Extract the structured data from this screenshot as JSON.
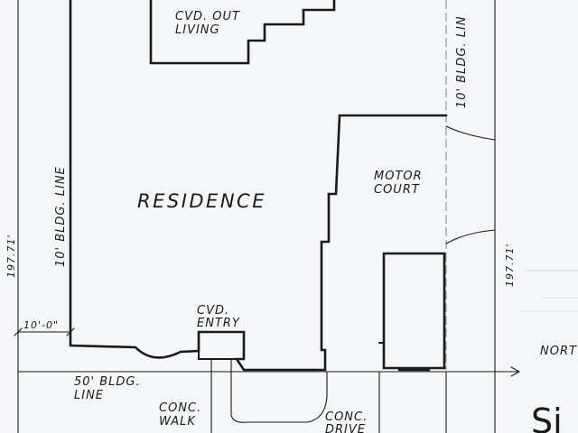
{
  "labels": {
    "cvd_out_line1": "CVD. OUT",
    "cvd_out_line2": "LIVING",
    "residence": "RESIDENCE",
    "bldg_line_left": "10' BLDG. LINE",
    "bldg_line_right": "10' BLDG. LIN",
    "dim_left": "197.71'",
    "dim_right": "197.71'",
    "setback_dim": "10'-0\"",
    "motor_line1": "MOTOR",
    "motor_line2": "COURT",
    "cvd_entry_line1": "CVD.",
    "cvd_entry_line2": "ENTRY",
    "bldg50_line1": "50' BLDG.",
    "bldg50_line2": "LINE",
    "walk_line1": "CONC.",
    "walk_line2": "WALK",
    "drive_line1": "CONC.",
    "drive_line2": "DRIVE",
    "north": "NORT",
    "sheet_title": "Si"
  }
}
